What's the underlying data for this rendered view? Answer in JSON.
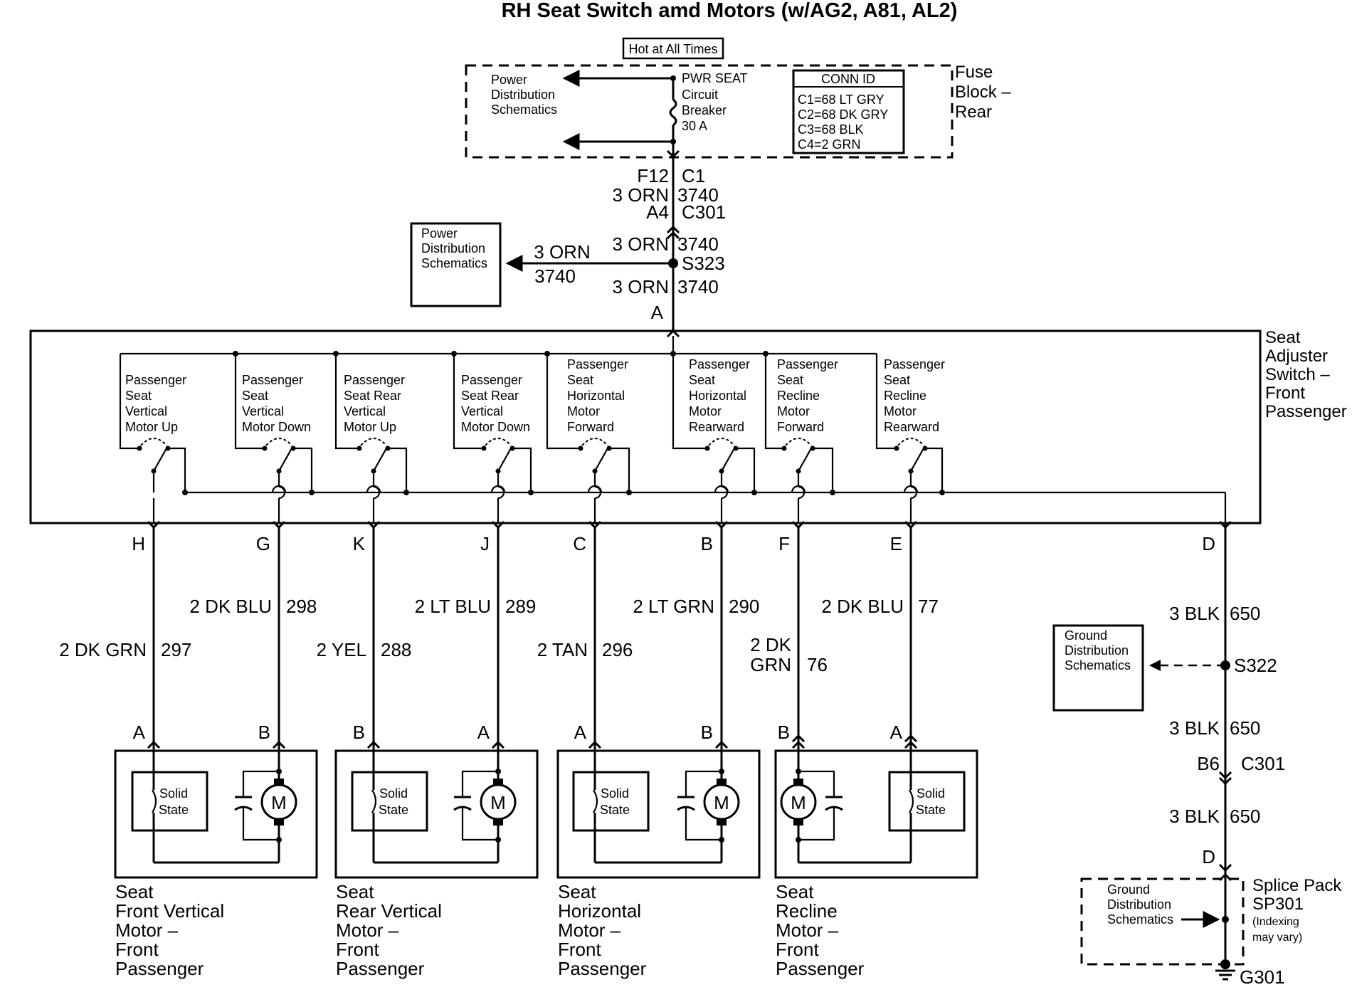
{
  "title": "RH Seat Switch amd Motors (w/AG2, A81, AL2)",
  "hot_label": "Hot at All Times",
  "fuse_block": {
    "name_lines": [
      "Fuse",
      "Block –",
      "Rear"
    ],
    "power_dist_lines": [
      "Power",
      "Distribution",
      "Schematics"
    ],
    "breaker_lines": [
      "PWR SEAT",
      "Circuit",
      "Breaker",
      "30 A"
    ],
    "conn_id_title": "CONN ID",
    "conn_id_lines": [
      "C1=68 LT GRY",
      "C2=68 DK GRY",
      "C3=68 BLK",
      "C4=2 GRN"
    ]
  },
  "feed": {
    "f12": "F12",
    "c1": "C1",
    "wire1_color": "3 ORN",
    "wire1_num": "3740",
    "a4": "A4",
    "c301": "C301",
    "wire2_color": "3 ORN",
    "wire2_num": "3740",
    "splice": "S323",
    "wire3_color": "3 ORN",
    "wire3_num": "3740",
    "pin_a": "A",
    "branch_color": "3 ORN",
    "branch_num": "3740",
    "branch_box_lines": [
      "Power",
      "Distribution",
      "Schematics"
    ]
  },
  "switch_assembly": {
    "name_lines": [
      "Seat",
      "Adjuster",
      "Switch –",
      "Front",
      "Passenger"
    ],
    "switches": [
      [
        "Passenger",
        "Seat",
        "Vertical",
        "Motor Up"
      ],
      [
        "Passenger",
        "Seat",
        "Vertical",
        "Motor Down"
      ],
      [
        "Passenger",
        "Seat Rear",
        "Vertical",
        "Motor Up"
      ],
      [
        "Passenger",
        "Seat Rear",
        "Vertical",
        "Motor Down"
      ],
      [
        "Passenger",
        "Seat",
        "Horizontal",
        "Motor",
        "Forward"
      ],
      [
        "Passenger",
        "Seat",
        "Horizontal",
        "Motor",
        "Rearward"
      ],
      [
        "Passenger",
        "Seat",
        "Recline",
        "Motor",
        "Forward"
      ],
      [
        "Passenger",
        "Seat",
        "Recline",
        "Motor",
        "Rearward"
      ]
    ]
  },
  "wires": [
    {
      "pin": "H",
      "color": "2 DK GRN",
      "number": "297",
      "motor_pin": "A"
    },
    {
      "pin": "G",
      "color": "2 DK BLU",
      "number": "298",
      "motor_pin": "B"
    },
    {
      "pin": "K",
      "color": "2 YEL",
      "number": "288",
      "motor_pin": "B"
    },
    {
      "pin": "J",
      "color": "2 LT BLU",
      "number": "289",
      "motor_pin": "A"
    },
    {
      "pin": "C",
      "color": "2 TAN",
      "number": "296",
      "motor_pin": "A"
    },
    {
      "pin": "B",
      "color": "2 LT GRN",
      "number": "290",
      "motor_pin": "B"
    },
    {
      "pin": "F",
      "color_lines": [
        "2 DK",
        "GRN"
      ],
      "number": "76",
      "motor_pin": "B"
    },
    {
      "pin": "E",
      "color": "2 DK BLU",
      "number": "77",
      "motor_pin": "A"
    }
  ],
  "motors": [
    {
      "name_lines": [
        "Seat",
        "Front Vertical",
        "Motor –",
        "Front",
        "Passenger"
      ],
      "solid_state": [
        "Solid",
        "State"
      ],
      "symbol": "M"
    },
    {
      "name_lines": [
        "Seat",
        "Rear Vertical",
        "Motor –",
        "Front",
        "Passenger"
      ],
      "solid_state": [
        "Solid",
        "State"
      ],
      "symbol": "M"
    },
    {
      "name_lines": [
        "Seat",
        "Horizontal",
        "Motor –",
        "Front",
        "Passenger"
      ],
      "solid_state": [
        "Solid",
        "State"
      ],
      "symbol": "M"
    },
    {
      "name_lines": [
        "Seat",
        "Recline",
        "Motor –",
        "Front",
        "Passenger"
      ],
      "solid_state": [
        "Solid",
        "State"
      ],
      "symbol": "M"
    }
  ],
  "ground": {
    "pin_d": "D",
    "w1_color": "3 BLK",
    "w1_num": "650",
    "splice": "S322",
    "ground_box_lines": [
      "Ground",
      "Distribution",
      "Schematics"
    ],
    "w2_color": "3 BLK",
    "w2_num": "650",
    "b6": "B6",
    "c301": "C301",
    "w3_color": "3 BLK",
    "w3_num": "650",
    "sp_pin": "D",
    "splice_pack_lines": [
      "Splice Pack",
      "SP301"
    ],
    "indexing_lines": [
      "(Indexing",
      "may vary)"
    ],
    "sp_ground_lines": [
      "Ground",
      "Distribution",
      "Schematics"
    ],
    "g301": "G301"
  }
}
